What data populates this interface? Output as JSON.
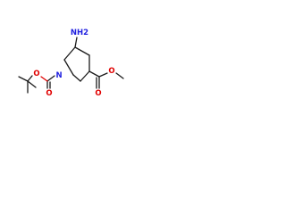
{
  "molecule": {
    "labels": {
      "amine": "NH2",
      "ring_nitrogen": "N",
      "boc_carbonyl_oxygen": "O",
      "boc_ester_oxygen": "O",
      "ester_carbonyl_oxygen": "O",
      "ester_methoxy_oxygen": "O"
    },
    "colors": {
      "bond": "#1a1a1a",
      "oxygen": "#e00000",
      "nitrogen": "#2020e0"
    }
  }
}
